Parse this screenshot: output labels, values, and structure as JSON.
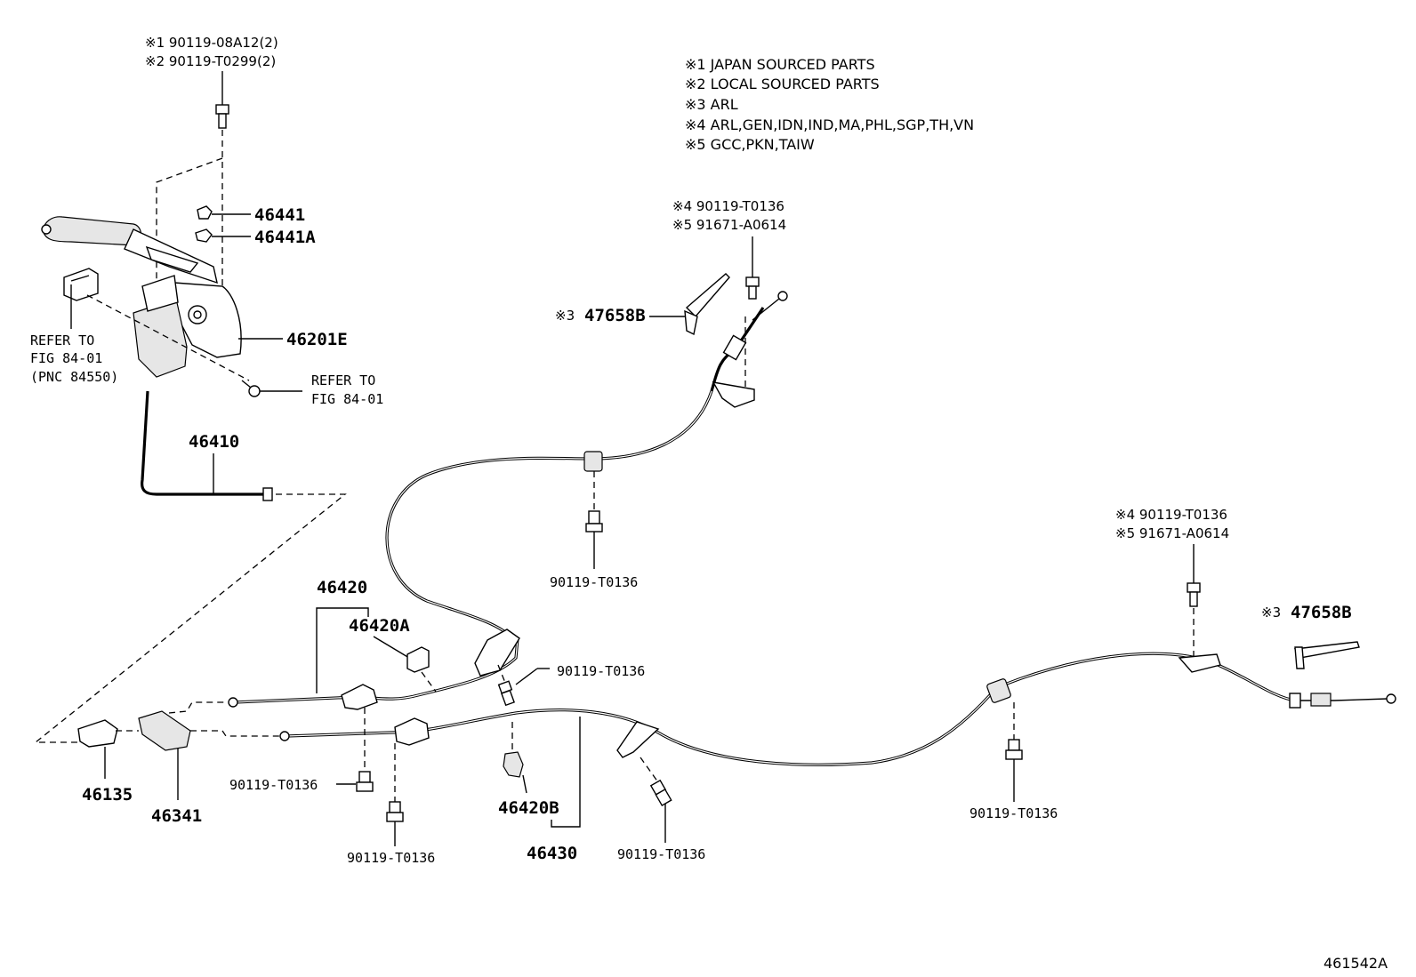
{
  "legend": [
    "※1 JAPAN SOURCED PARTS",
    "※2 LOCAL SOURCED PARTS",
    "※3 ARL",
    "※4 ARL,GEN,IDN,IND,MA,PHL,SGP,TH,VN",
    "※5 GCC,PKN,TAIW"
  ],
  "top_bolt": {
    "line1": "※1 90119-08A12(2)",
    "line2": "※2 90119-T0299(2)"
  },
  "bolt_mid": {
    "line1": "※4 90119-T0136",
    "line2": "※5 91671-A0614"
  },
  "bolt_right": {
    "line1": "※4 90119-T0136",
    "line2": "※5 91671-A0614"
  },
  "clip_mid": {
    "mark": "※3",
    "label": "47658B"
  },
  "clip_right": {
    "mark": "※3",
    "label": "47658B"
  },
  "parts": {
    "p46441": "46441",
    "p46441A": "46441A",
    "p46201E": "46201E",
    "p46410": "46410",
    "p46420": "46420",
    "p46420A": "46420A",
    "p46420B": "46420B",
    "p46430": "46430",
    "p46135": "46135",
    "p46341": "46341"
  },
  "refer_left": {
    "line1": "REFER TO",
    "line2": "FIG 84-01",
    "line3": "(PNC 84550)"
  },
  "refer_mid": {
    "line1": "REFER TO",
    "line2": "FIG 84-01"
  },
  "bolts": {
    "b1": "90119-T0136",
    "b2": "90119-T0136",
    "b3": "90119-T0136",
    "b4": "90119-T0136",
    "b5": "90119-T0136",
    "b6": "90119-T0136"
  },
  "figure_id": "461542A"
}
